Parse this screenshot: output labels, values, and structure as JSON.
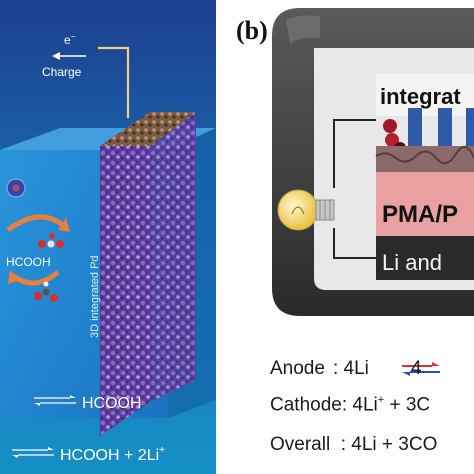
{
  "panel_a": {
    "electron_label": "e",
    "electron_sup": "−",
    "charge_label": "Charge",
    "hcooh_mid": "HCOOH",
    "electrode_label": "3D integrated Pd",
    "reaction_1": "HCOOH",
    "reaction_2": "HCOOH + 2Li",
    "reaction_2_sup": "+",
    "colors": {
      "bg_top": "#1f3a8c",
      "bg_bottom": "#1a8fc4",
      "electrode": "#6a4aa8"
    }
  },
  "panel_b": {
    "label": "(b)",
    "label_dash": "--",
    "layer_integrated": "integrat",
    "layer_pma": "PMA/P",
    "layer_li": "Li and",
    "equations": [
      {
        "name": "Anode",
        "text": ": 4Li",
        "tail": "4"
      },
      {
        "name": "Cathode",
        "text": ": 4Li",
        "sup": "+",
        "tail": " + 3C"
      },
      {
        "name": "Overall",
        "text": "  : 4Li + 3CO",
        "tail": ""
      }
    ],
    "colors": {
      "shell": "#3a3a3a",
      "layer_blue": "#2e5aa8",
      "layer_pink": "#e8a0a0",
      "arrow_red": "#e03030",
      "arrow_blue": "#2050d0"
    }
  }
}
